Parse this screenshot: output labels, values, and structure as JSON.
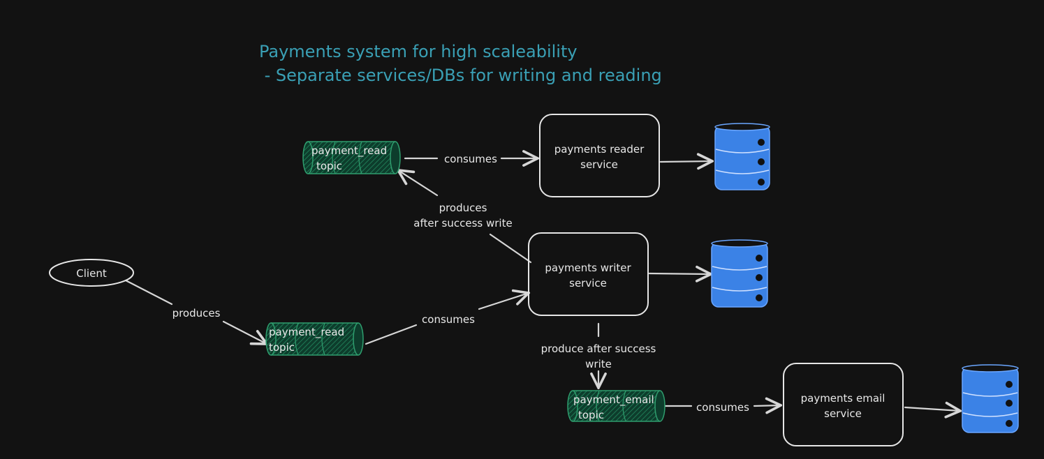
{
  "title": {
    "line1": "Payments system for high scaleability",
    "line2": " - Separate services/DBs for writing and reading"
  },
  "nodes": {
    "client": "Client",
    "topic_read_top": {
      "line1": "payment_read",
      "line2": "topic"
    },
    "topic_read_bottom": {
      "line1": "payment_read",
      "line2": "topic"
    },
    "topic_email": {
      "line1": "payment_email",
      "line2": "topic"
    },
    "reader_service": {
      "line1": "payments reader",
      "line2": "service"
    },
    "writer_service": {
      "line1": "payments writer",
      "line2": "service"
    },
    "email_service": {
      "line1": "payments email",
      "line2": "service"
    }
  },
  "edges": {
    "client_produces": "produces",
    "read_to_writer_consumes": "consumes",
    "writer_produces_read": {
      "line1": "produces",
      "line2": "after success write"
    },
    "topic_to_reader_consumes": "consumes",
    "writer_produce_email": {
      "line1": "produce after success",
      "line2": "write"
    },
    "email_topic_consumes": "consumes"
  },
  "colors": {
    "background": "#121212",
    "title": "#3aa0b5",
    "topic_fill": "#0f5a3e",
    "topic_stroke": "#2f9e6e",
    "db_fill": "#3b82e6",
    "db_stroke": "#6aa6ff",
    "line": "#d6d6d6"
  }
}
